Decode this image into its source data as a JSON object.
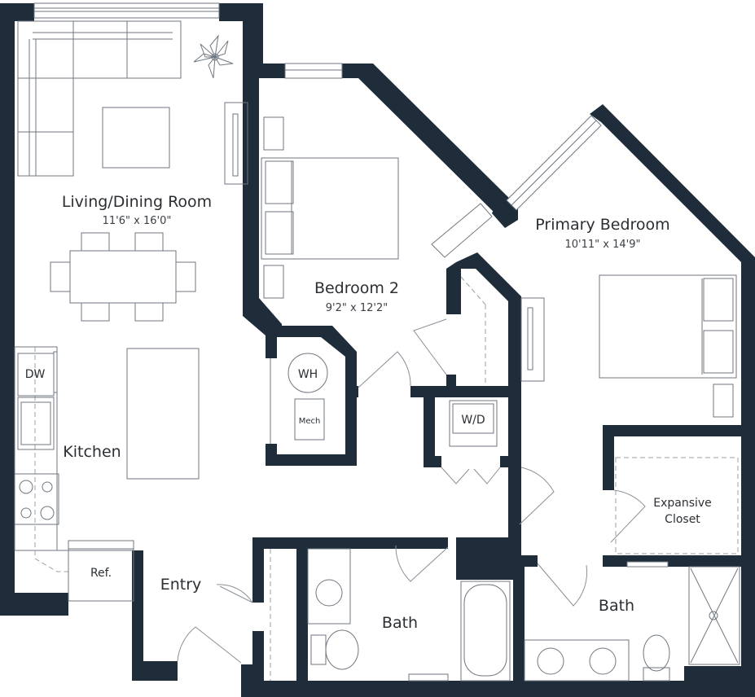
{
  "plan": {
    "colors": {
      "wall": "#1f2d3a",
      "fixture": "#6f7780",
      "background": "#ffffff"
    },
    "rooms": {
      "living": {
        "label": "Living/Dining Room",
        "dims": "11'6\" x 16'0\""
      },
      "bedroom2": {
        "label": "Bedroom 2",
        "dims": "9'2\" x 12'2\""
      },
      "primary": {
        "label": "Primary Bedroom",
        "dims": "10'11\" x 14'9\""
      },
      "kitchen": {
        "label": "Kitchen"
      },
      "entry": {
        "label": "Entry"
      },
      "bath1": {
        "label": "Bath"
      },
      "bath2": {
        "label": "Bath"
      },
      "closet": {
        "label_line1": "Expansive",
        "label_line2": "Closet"
      }
    },
    "fixtures": {
      "dw": "DW",
      "wh": "WH",
      "mech": "Mech",
      "wd": "W/D",
      "ref": "Ref."
    }
  }
}
